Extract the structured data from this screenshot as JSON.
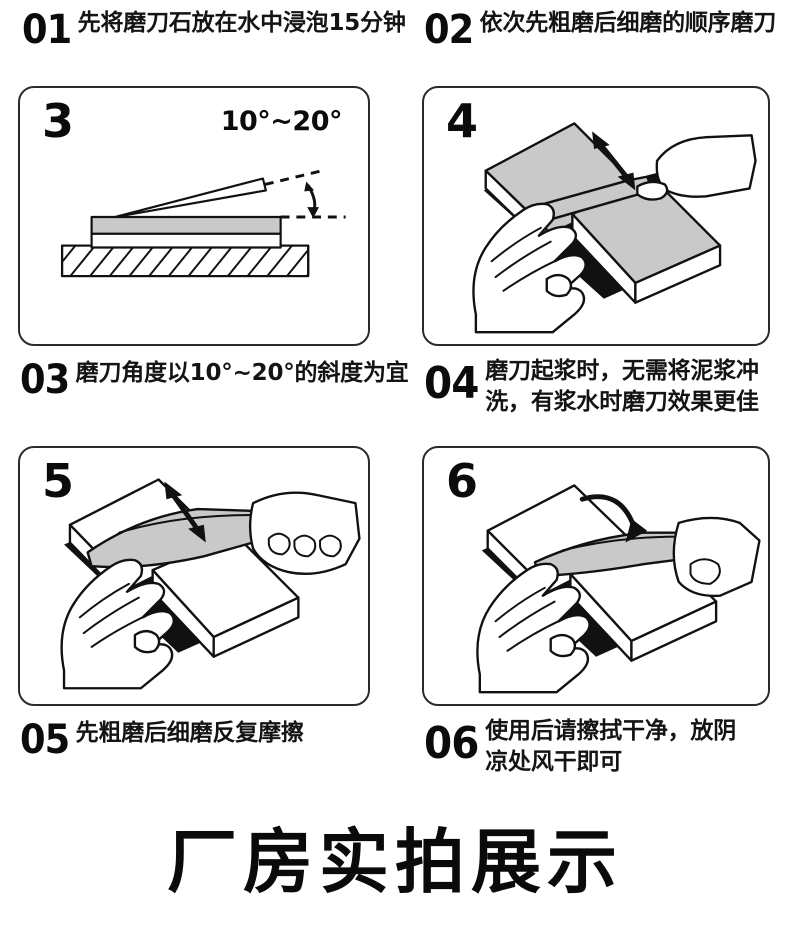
{
  "page": {
    "background": "#ffffff",
    "ink": "#111111"
  },
  "top_captions": [
    {
      "number": "01",
      "text": "先将磨刀石放在水中浸泡15分钟"
    },
    {
      "number": "02",
      "text": "依次先粗磨后细磨的顺序磨刀"
    }
  ],
  "panels": [
    {
      "number": "3",
      "angle_label": "10°~20°",
      "illustration": "knife-angle-on-whetstone-side-view"
    },
    {
      "number": "4",
      "angle_label": "",
      "illustration": "two-hands-sharpening-knife-double-arrow"
    },
    {
      "number": "5",
      "angle_label": "",
      "illustration": "two-hands-sharpening-knife-reverse-double-arrow"
    },
    {
      "number": "6",
      "angle_label": "",
      "illustration": "wiping-knife-curved-arrow"
    }
  ],
  "mid_captions": [
    {
      "number": "03",
      "text": "磨刀角度以10°~20°的斜度为宜"
    },
    {
      "number": "04",
      "text": "磨刀起浆时，无需将泥浆冲\n洗，有浆水时磨刀效果更佳"
    }
  ],
  "low_captions": [
    {
      "number": "05",
      "text": "先粗磨后细磨反复摩擦"
    },
    {
      "number": "06",
      "text": "使用后请擦拭干净，放阴\n凉处风干即可"
    }
  ],
  "headline": {
    "text": "厂房实拍展示"
  },
  "colors": {
    "stone_top": "#c9c9c9",
    "stone_side": "#ffffff",
    "stone_shadow": "#000000",
    "outline": "#111111",
    "blade_fill": "#c9c9c9"
  }
}
